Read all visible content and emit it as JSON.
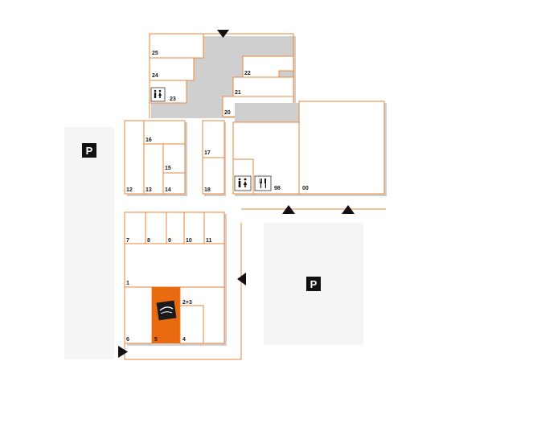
{
  "map": {
    "accent_color": "#e8863a",
    "highlight_color": "#ea6a10",
    "parking_color": "#f5f5f5",
    "parking_symbol": "P",
    "units": {
      "u25": "25",
      "u24": "24",
      "u23": "23",
      "u22": "22",
      "u21": "21",
      "u20": "20",
      "u16": "16",
      "u15": "15",
      "u17": "17",
      "u18": "18",
      "u12": "12",
      "u13": "13",
      "u14": "14",
      "u98": "98",
      "u00": "00",
      "u7": "7",
      "u8": "8",
      "u9": "9",
      "u10": "10",
      "u11": "11",
      "u1": "1",
      "u23b": "2+3",
      "u6": "6",
      "u5": "5",
      "u4": "4"
    },
    "icons": {
      "restroom": "restroom-icon",
      "restaurant": "fork-knife-icon",
      "arrow": "triangle-arrow-icon",
      "highlighted_store_logo": "store-logo-icon"
    }
  }
}
